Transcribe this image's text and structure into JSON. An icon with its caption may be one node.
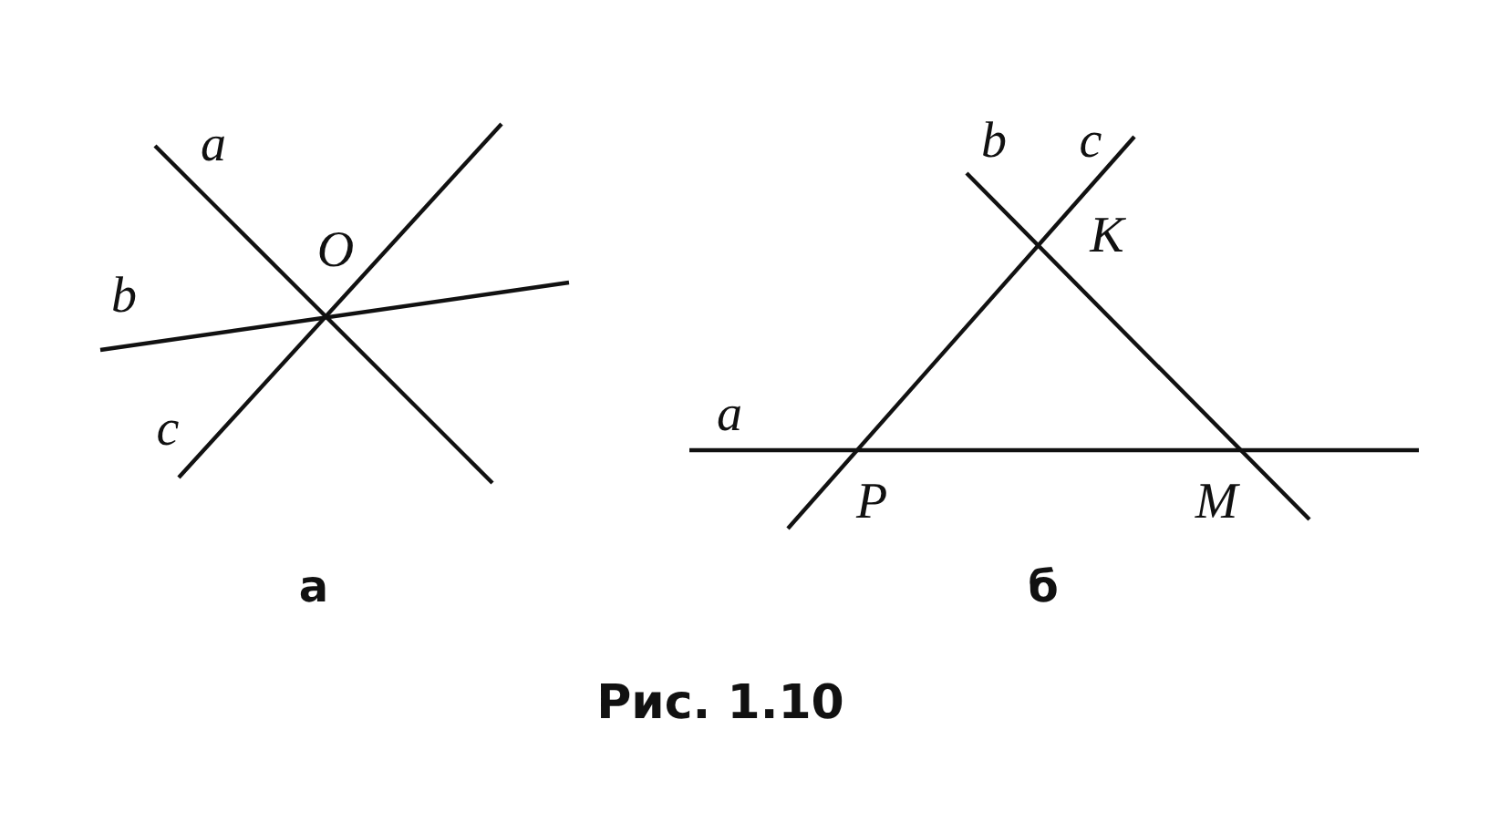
{
  "diagram": {
    "caption": "Рис. 1.10",
    "labels": [
      "a",
      "O",
      "b",
      "c",
      "а",
      "b",
      "c",
      "K",
      "a",
      "P",
      "M",
      "б"
    ]
  }
}
